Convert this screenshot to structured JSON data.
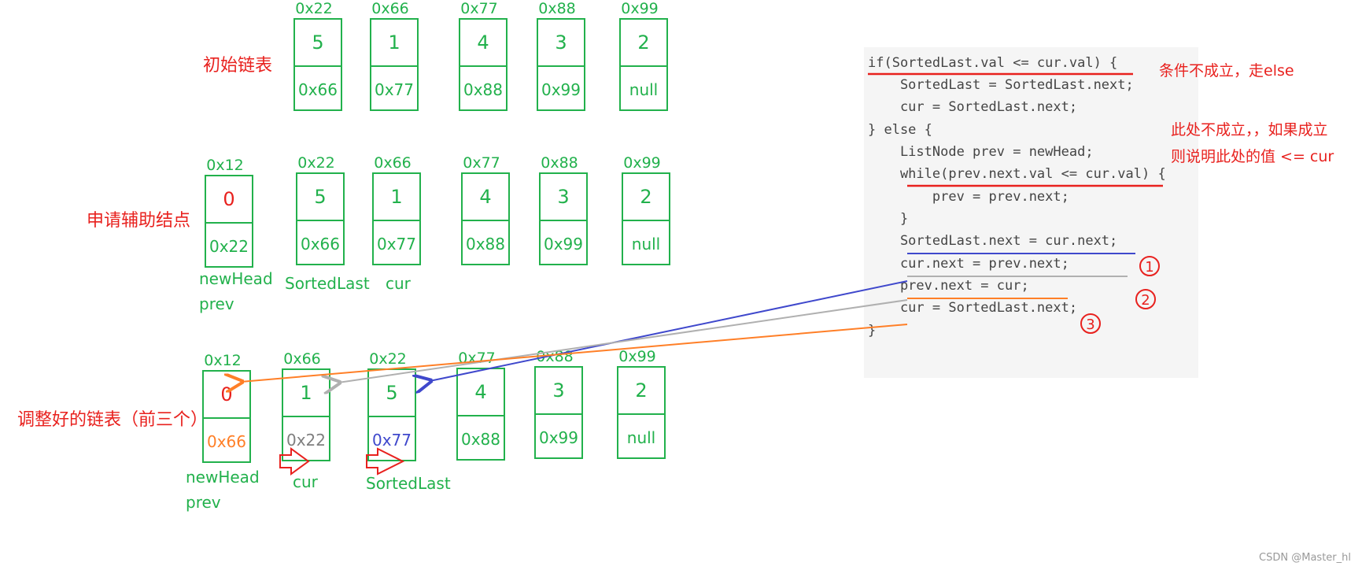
{
  "colors": {
    "green": "#22b14c",
    "red": "#e8211e",
    "orange": "#ff7f27",
    "gray": "#7f7f7f",
    "blue": "#3f48cc"
  },
  "sections": {
    "initial": {
      "label": "初始链表",
      "nodes": [
        {
          "addr": "0x22",
          "val": "5",
          "next": "0x66"
        },
        {
          "addr": "0x66",
          "val": "1",
          "next": "0x77"
        },
        {
          "addr": "0x77",
          "val": "4",
          "next": "0x88"
        },
        {
          "addr": "0x88",
          "val": "3",
          "next": "0x99"
        },
        {
          "addr": "0x99",
          "val": "2",
          "next": "null"
        }
      ]
    },
    "auxiliary": {
      "label": "申请辅助结点",
      "nodes": [
        {
          "addr": "0x12",
          "val": "0",
          "next": "0x22"
        },
        {
          "addr": "0x22",
          "val": "5",
          "next": "0x66"
        },
        {
          "addr": "0x66",
          "val": "1",
          "next": "0x77"
        },
        {
          "addr": "0x77",
          "val": "4",
          "next": "0x88"
        },
        {
          "addr": "0x88",
          "val": "3",
          "next": "0x99"
        },
        {
          "addr": "0x99",
          "val": "2",
          "next": "null"
        }
      ],
      "pointers": [
        "newHead",
        "prev",
        "SortedLast",
        "cur"
      ]
    },
    "adjusted": {
      "label": "调整好的链表（前三个）",
      "nodes": [
        {
          "addr": "0x12",
          "val": "0",
          "next": "0x66"
        },
        {
          "addr": "0x66",
          "val": "1",
          "next": "0x22"
        },
        {
          "addr": "0x22",
          "val": "5",
          "next": "0x77"
        },
        {
          "addr": "0x77",
          "val": "4",
          "next": "0x88"
        },
        {
          "addr": "0x88",
          "val": "3",
          "next": "0x99"
        },
        {
          "addr": "0x99",
          "val": "2",
          "next": "null"
        }
      ],
      "pointers": [
        "newHead",
        "prev",
        "cur",
        "SortedLast"
      ]
    }
  },
  "code": {
    "lines": [
      "if(SortedLast.val <= cur.val) {",
      "    SortedLast = SortedLast.next;",
      "    cur = SortedLast.next;",
      "} else {",
      "    ListNode prev = newHead;",
      "    while(prev.next.val <= cur.val) {",
      "        prev = prev.next;",
      "    }",
      "    SortedLast.next = cur.next;",
      "    cur.next = prev.next;",
      "    prev.next = cur;",
      "    cur = SortedLast.next;",
      "}"
    ],
    "note_if": "条件不成立，走else",
    "note_while_1": "此处不成立，，如果成立",
    "note_while_2": "则说明此处的值 <= cur",
    "markers": [
      "1",
      "2",
      "3"
    ]
  },
  "watermark": "CSDN @Master_hl"
}
